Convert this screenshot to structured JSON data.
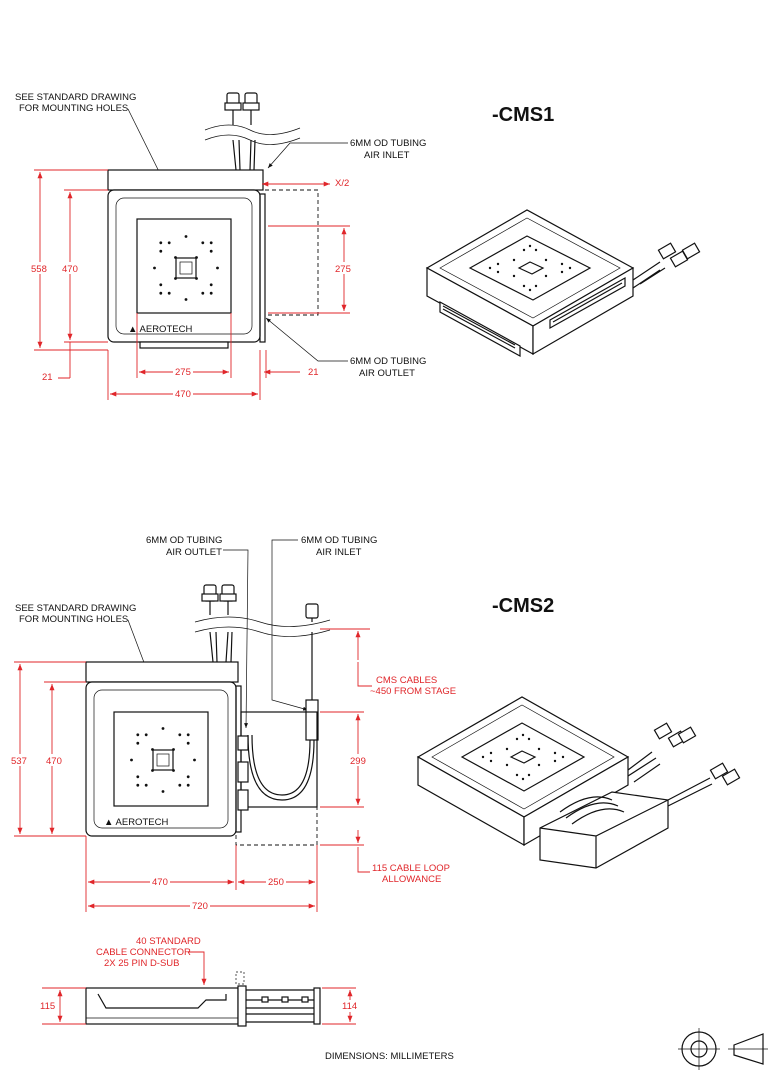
{
  "titles": {
    "cms1": "-CMS1",
    "cms2": "-CMS2"
  },
  "notes": {
    "mounting_1a": "SEE STANDARD DRAWING",
    "mounting_1b": "FOR MOUNTING HOLES",
    "inlet1_a": "6MM OD TUBING",
    "inlet1_b": "AIR INLET",
    "outlet1_a": "6MM OD TUBING",
    "outlet1_b": "AIR OUTLET",
    "outlet2_a": "6MM OD TUBING",
    "outlet2_b": "AIR OUTLET",
    "inlet2_a": "6MM OD TUBING",
    "inlet2_b": "AIR INLET",
    "mounting_2a": "SEE STANDARD DRAWING",
    "mounting_2b": "FOR MOUNTING HOLES",
    "cables_a": "CMS CABLES",
    "cables_b": "~450 FROM STAGE",
    "loop_a": "115 CABLE LOOP",
    "loop_b": "ALLOWANCE",
    "connector_a": "40 STANDARD",
    "connector_b": "CABLE CONNECTOR",
    "connector_c": "2X 25 PIN D-SUB",
    "units": "DIMENSIONS:  MILLIMETERS"
  },
  "dims_cms1": {
    "h558": "558",
    "h470": "470",
    "x2": "X/2",
    "h275": "275",
    "b21_left": "21",
    "w275": "275",
    "b21_right": "21",
    "w470": "470"
  },
  "dims_cms2": {
    "h537": "537",
    "h470": "470",
    "h299": "299",
    "w470": "470",
    "w250": "250",
    "w720": "720",
    "s115": "115",
    "s114": "114"
  },
  "colors": {
    "dimension": "#e0262a",
    "linework": "#111111"
  }
}
